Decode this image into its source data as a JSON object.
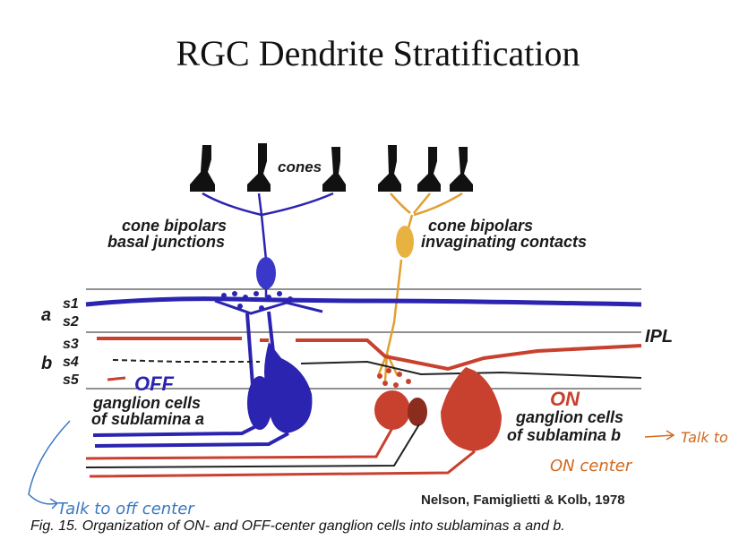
{
  "title": "RGC Dendrite Stratification",
  "labels": {
    "cones": "cones",
    "bipolar_left_line1": "cone bipolars",
    "bipolar_left_line2": "basal junctions",
    "bipolar_right_line1": "cone bipolars",
    "bipolar_right_line2": "invaginating contacts",
    "lamina_a": "a",
    "lamina_b": "b",
    "s1": "s1",
    "s2": "s2",
    "s3": "s3",
    "s4": "s4",
    "s5": "s5",
    "ipl": "IPL",
    "off_title": "OFF",
    "off_line1": "ganglion cells",
    "off_line2": "of sublamina a",
    "on_title": "ON",
    "on_line1": "ganglion cells",
    "on_line2": "of sublamina b",
    "credit": "Nelson, Famiglietti & Kolb, 1978"
  },
  "annotations": {
    "on_note_line1": "Talk to",
    "on_note_line2": "ON center",
    "off_note": "Talk to off center"
  },
  "caption": "Fig. 15. Organization of ON- and OFF-center ganglion cells into sublaminas a and b.",
  "colors": {
    "off_cell": "#2b24b0",
    "on_cell": "#c8402e",
    "on_bipolar": "#e0a030",
    "cone": "#111111",
    "ink_orange": "#d2691e",
    "ink_blue": "#3a78c0"
  }
}
